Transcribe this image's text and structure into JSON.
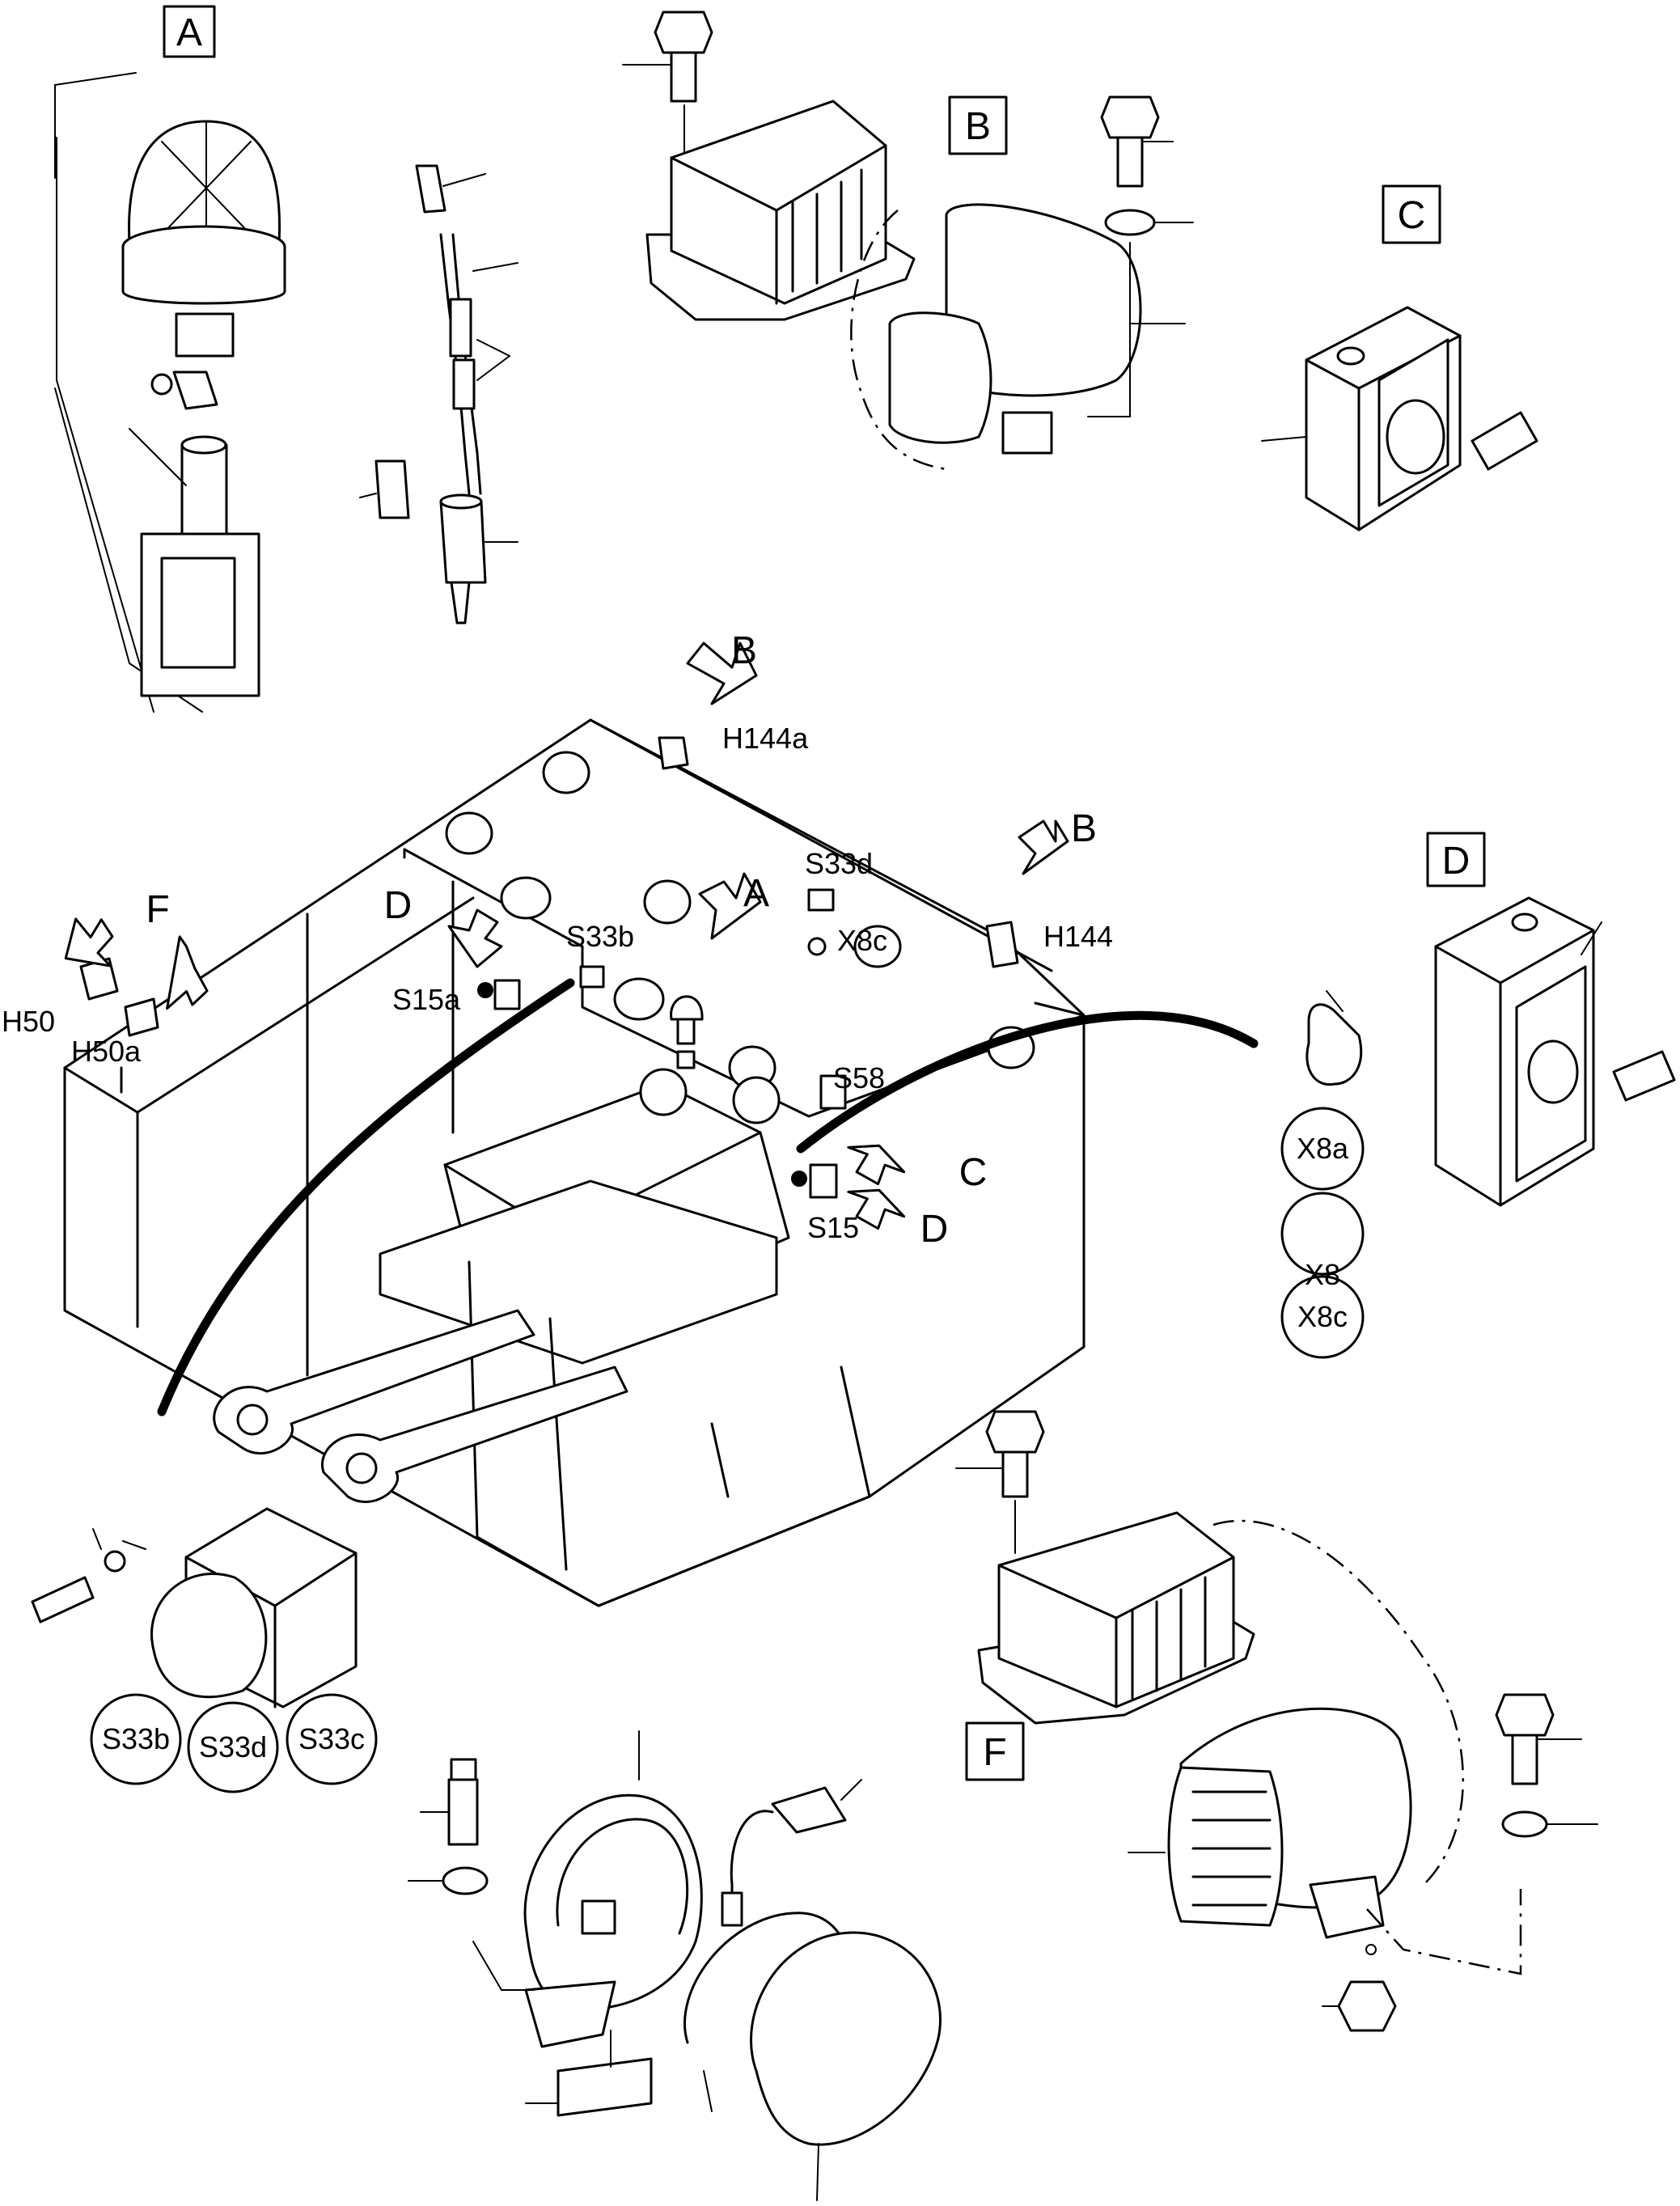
{
  "detail_views": {
    "a": "A",
    "b": "B",
    "c": "C",
    "d": "D",
    "f": "F"
  },
  "pointers": {
    "a": "A",
    "b_top": "B",
    "b_right": "B",
    "c": "C",
    "d_left": "D",
    "d_right": "D",
    "f": "F"
  },
  "components": {
    "h144a": "H144a",
    "h144": "H144",
    "s33d": "S33d",
    "x8c": "X8c",
    "s33b": "S33b",
    "s15a": "S15a",
    "h50": "H50",
    "h50a": "H50a",
    "s58": "S58",
    "s15": "S15"
  },
  "connectors": {
    "x8a": "X8a",
    "x8": "X8",
    "x8c": "X8c"
  },
  "switch_variants": {
    "s33b": "S33b",
    "s33d": "S33d",
    "s33c": "S33c"
  }
}
